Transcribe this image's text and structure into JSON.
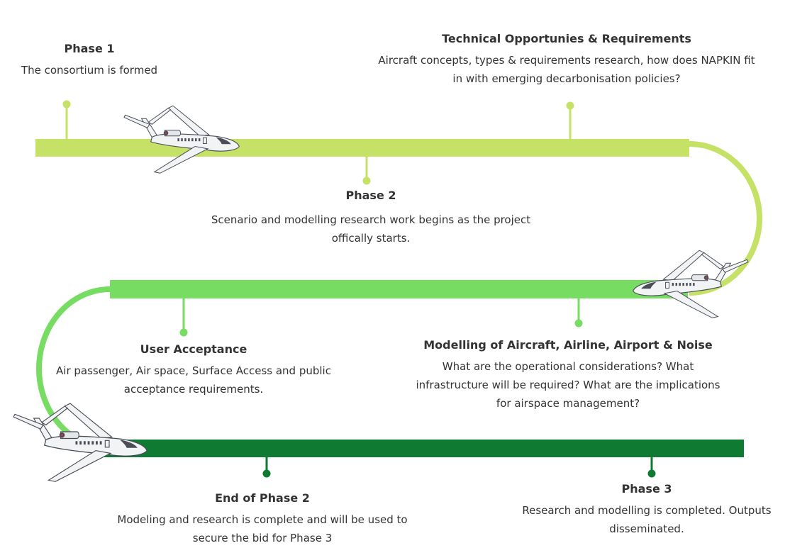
{
  "colors": {
    "light_green": "#c6e266",
    "mid_green": "#76dc62",
    "dark_green": "#0f7b32",
    "plane_body": "#f2f3f5",
    "plane_outline": "#4a4d57",
    "text": "#333333"
  },
  "milestones": [
    {
      "title": "Phase 1",
      "text": "The consortium is formed"
    },
    {
      "title": "Technical Opportunies & Requirements",
      "text": "Aircraft concepts, types & requirements research, how does NAPKIN fit in with emerging decarbonisation policies?"
    },
    {
      "title": "Phase 2",
      "text": "Scenario and modelling research work begins as the project offically starts."
    },
    {
      "title": "User Acceptance",
      "text": "Air passenger, Air space, Surface Access and public acceptance requirements."
    },
    {
      "title": "Modelling of Aircraft, Airline, Airport & Noise",
      "text": "What are the operational considerations? What infrastructure will be required? What are the implications for airspace management?"
    },
    {
      "title": "End of Phase 2",
      "text": "Modeling and research is complete and will be used to secure the bid for Phase 3"
    },
    {
      "title": "Phase 3",
      "text": "Research and modelling is completed. Outputs disseminated."
    }
  ],
  "icons": [
    "airplane-icon"
  ]
}
